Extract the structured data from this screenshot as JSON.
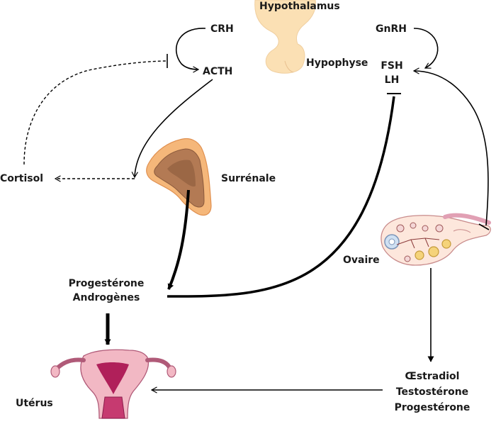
{
  "labels": {
    "hypothalamus": "Hypothalamus",
    "hypophyse": "Hypophyse",
    "crh": "CRH",
    "acth": "ACTH",
    "gnrh": "GnRH",
    "fsh": "FSH",
    "lh": "LH",
    "cortisol": "Cortisol",
    "surrenale": "Surrénale",
    "ovaire": "Ovaire",
    "progesterone": "Progestérone",
    "androgenes": "Androgènes",
    "uterus": "Utérus",
    "estradiol": "Œstradiol",
    "testosterone": "Testostérone",
    "progesterone_ovary": "Progestérone"
  },
  "colors": {
    "pituitary": "#fbe0b4",
    "adrenal_outer": "#f5b77a",
    "adrenal_cortex": "#b37a54",
    "adrenal_medulla": "#8b5a3c",
    "uterus_body": "#f2b8c4",
    "uterus_cavity": "#b0205a",
    "ovary": "#fde7dc",
    "arrow": "#000000"
  }
}
